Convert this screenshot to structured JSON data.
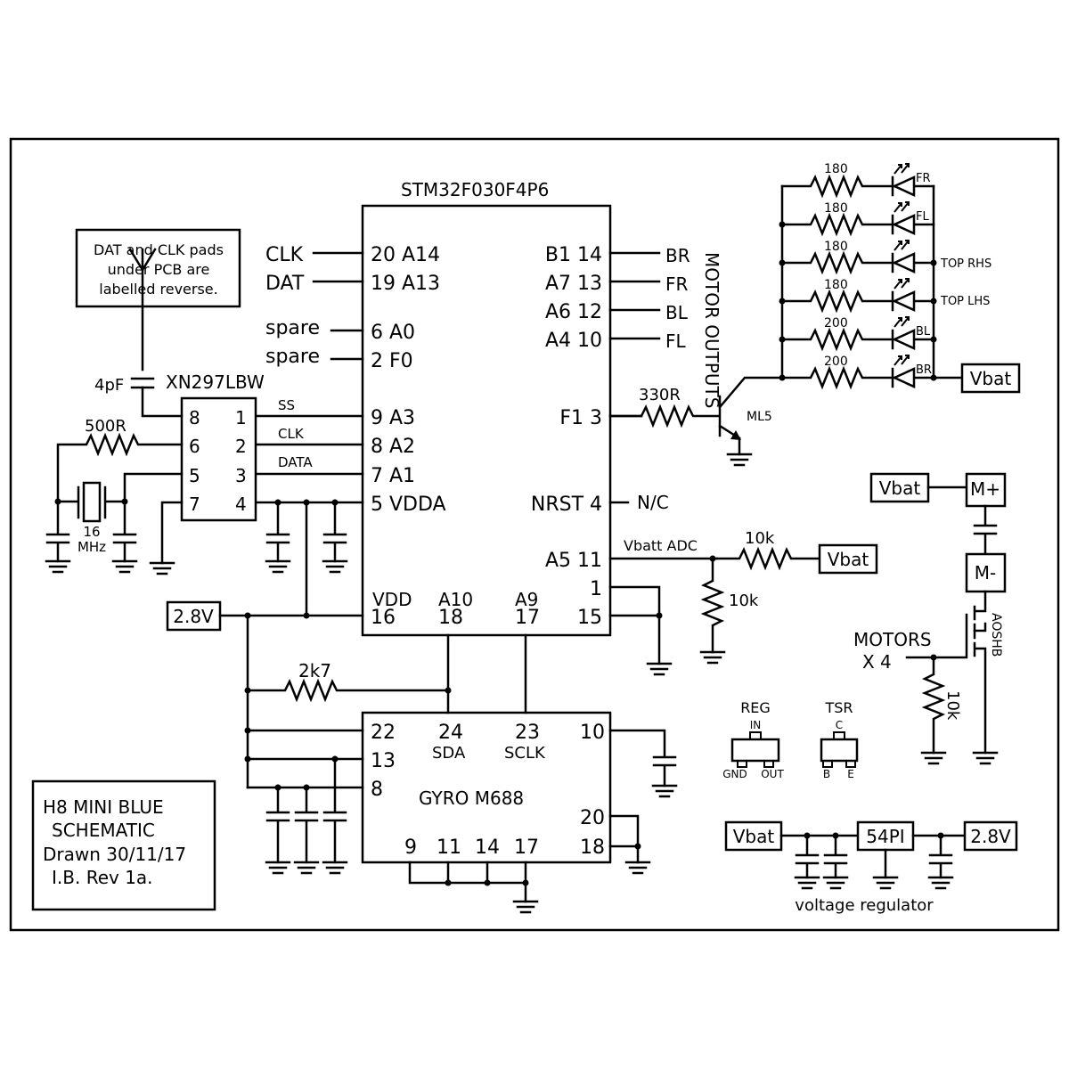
{
  "mcu": {
    "name": "STM32F030F4P6",
    "left_pins": [
      "20 A14",
      "19 A13",
      "6 A0",
      "2 F0",
      "9 A3",
      "8 A2",
      "7 A1",
      "5 VDDA"
    ],
    "right_pins": [
      "B1 14",
      "A7 13",
      "A6 12",
      "A4 10",
      "F1 3",
      "NRST 4",
      "A5 11",
      "1",
      "15"
    ],
    "bottom_labels": [
      "VDD",
      "A10",
      "A9"
    ],
    "bottom_pins": [
      "16",
      "18",
      "17"
    ]
  },
  "signals": {
    "clk": "CLK",
    "dat": "DAT",
    "spare1": "spare",
    "spare2": "spare",
    "nc": "N/C",
    "vbatt_adc": "Vbatt ADC"
  },
  "motor_outputs": {
    "heading": "MOTOR OUTPUTS",
    "names": [
      "BR",
      "FR",
      "BL",
      "FL"
    ]
  },
  "note": {
    "lines": [
      "DAT and CLK pads",
      "under PCB are",
      "labelled reverse."
    ]
  },
  "radio": {
    "name": "XN297LBW",
    "left_pins": [
      "8",
      "6",
      "5",
      "7"
    ],
    "right_pins": [
      "1",
      "2",
      "3",
      "4"
    ],
    "signal_labels": [
      "SS",
      "CLK",
      "DATA"
    ],
    "cap": "4pF",
    "resistor": "500R",
    "crystal": [
      "16",
      "MHz"
    ]
  },
  "leds": {
    "resistors": [
      "180",
      "180",
      "180",
      "180",
      "200",
      "200"
    ],
    "labels": [
      "FR",
      "FL",
      "TOP RHS",
      "TOP LHS",
      "BL",
      "BR"
    ],
    "base_resistor": "330R",
    "transistor": "ML5"
  },
  "divider": {
    "r_top": "10k",
    "r_bottom": "10k"
  },
  "rails": {
    "vbat": "Vbat",
    "v28": "2.8V"
  },
  "gyro": {
    "name": "GYRO M688",
    "top_pins": [
      "24",
      "23"
    ],
    "top_labels": [
      "SDA",
      "SCLK"
    ],
    "left_pins": [
      "22",
      "13",
      "8"
    ],
    "right_pins": [
      "10",
      "20",
      "18"
    ],
    "bottom_pins": [
      "9",
      "11",
      "14",
      "17"
    ],
    "pullup": "2k7"
  },
  "motor_driver": {
    "m_plus": "M+",
    "m_minus": "M-",
    "fet": "AOSHB",
    "label_line1": "MOTORS",
    "label_line2": "X 4",
    "resistor": "10k"
  },
  "packages": {
    "reg": {
      "title": "REG",
      "pins": [
        "IN",
        "GND",
        "OUT"
      ]
    },
    "tsr": {
      "title": "TSR",
      "pins": [
        "C",
        "B",
        "E"
      ]
    }
  },
  "regulator": {
    "chip": "54PI",
    "caption": "voltage regulator"
  },
  "title_block": {
    "lines": [
      "H8 MINI BLUE",
      "SCHEMATIC",
      "Drawn 30/11/17",
      "I.B.  Rev 1a."
    ]
  }
}
